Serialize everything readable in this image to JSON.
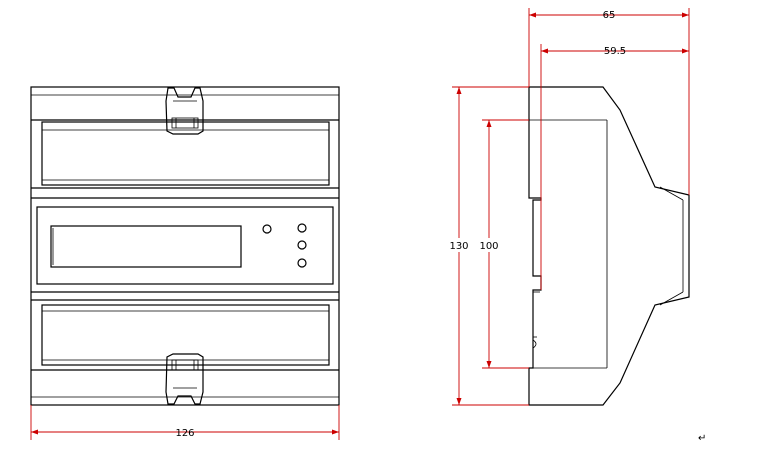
{
  "dimensions": {
    "width": "126",
    "height_overall": "130",
    "height_body": "100",
    "depth_overall": "65",
    "depth_body": "59.5"
  },
  "annotations": {
    "return_mark": "↵"
  }
}
